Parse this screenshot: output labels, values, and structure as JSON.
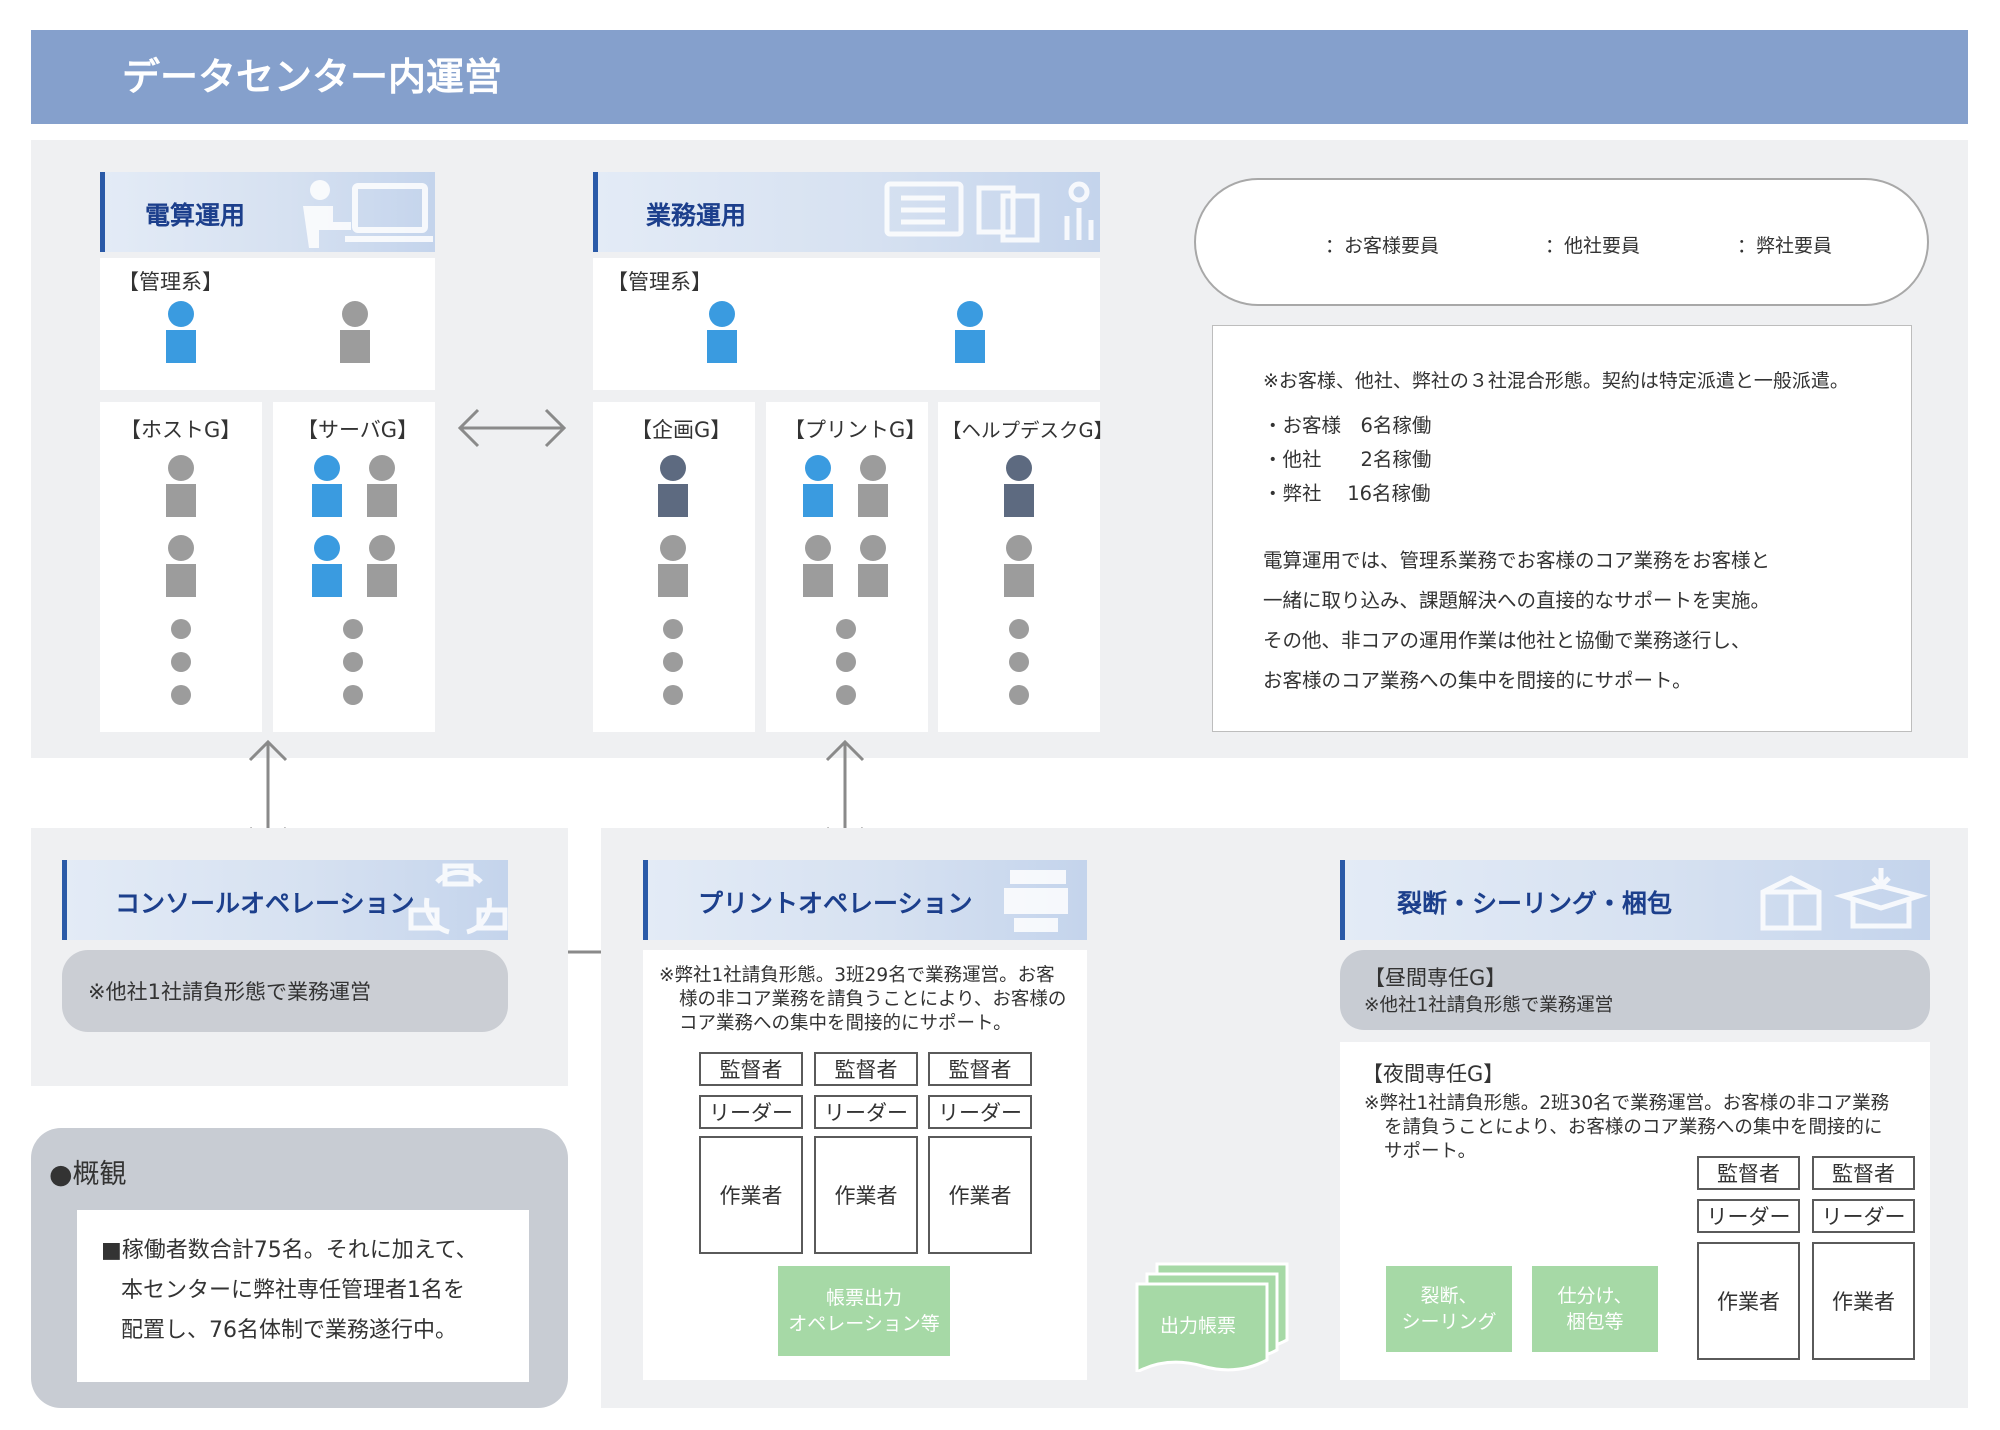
{
  "title": "データセンター内運営",
  "colors": {
    "customer": "#3a9be0",
    "other": "#5d6a80",
    "own": "#9c9c9c",
    "accent": "#2a5aa8",
    "green": "#a6d9a6"
  },
  "legend": {
    "customer": "：お客様要員",
    "other": "：他社要員",
    "own": "：弊社要員"
  },
  "densan": {
    "title": "電算運用",
    "kanri": "【管理系】",
    "host": "【ホストG】",
    "server": "【サーバG】"
  },
  "gyomu": {
    "title": "業務運用",
    "kanri": "【管理系】",
    "kikaku": "【企画G】",
    "print": "【プリントG】",
    "help": "【ヘルプデスクG】"
  },
  "info": {
    "note": "※お客様、他社、弊社の３社混合形態。契約は特定派遣と一般派遣。",
    "items": [
      "・お客様　6名稼働",
      "・他社　　2名稼働",
      "・弊社　 16名稼働"
    ],
    "desc": [
      "電算運用では、管理系業務でお客様のコア業務をお客様と",
      "一緒に取り込み、課題解決への直接的なサポートを実施。",
      "その他、非コアの運用作業は他社と協働で業務遂行し、",
      "お客様のコア業務への集中を間接的にサポート。"
    ]
  },
  "console": {
    "title": "コンソールオペレーション",
    "note": "※他社1社請負形態で業務運営"
  },
  "overview": {
    "title": "●概観",
    "text": [
      "■稼働者数合計75名。それに加えて、",
      "本センターに弊社専任管理者1名を",
      "配置し、76名体制で業務遂行中。"
    ]
  },
  "printop": {
    "title": "プリントオペレーション",
    "note": [
      "※弊社1社請負形態。3班29名で業務運営。お客",
      "様の非コア業務を請負うことにより、お客様の",
      "コア業務への集中を間接的にサポート。"
    ],
    "supervisor": "監督者",
    "leader": "リーダー",
    "worker": "作業者",
    "output": [
      "帳票出力",
      "オペレーション等"
    ]
  },
  "forms": "出力帳票",
  "cutting": {
    "title": "裂断・シーリング・梱包",
    "day": "【昼間専任G】",
    "day_note": "※他社1社請負形態で業務運営",
    "night": "【夜間専任G】",
    "night_note": [
      "※弊社1社請負形態。2班30名で業務運営。お客様の非コア業務",
      "を請負うことにより、お客様のコア業務への集中を間接的に",
      "サポート。"
    ],
    "cut": [
      "裂断、",
      "シーリング"
    ],
    "sort": [
      "仕分け、",
      "梱包等"
    ],
    "supervisor": "監督者",
    "leader": "リーダー",
    "worker": "作業者"
  }
}
